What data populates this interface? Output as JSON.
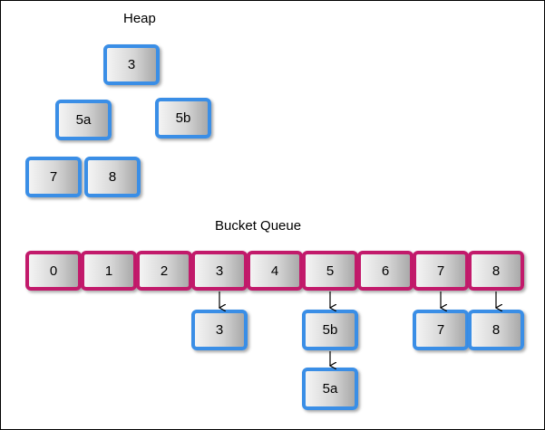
{
  "heap": {
    "title": "Heap",
    "nodes": [
      "3",
      "5a",
      "5b",
      "7",
      "8"
    ]
  },
  "bucket_queue": {
    "title": "Bucket Queue",
    "buckets": [
      "0",
      "1",
      "2",
      "3",
      "4",
      "5",
      "6",
      "7",
      "8"
    ],
    "items": [
      "3",
      "5b",
      "5a",
      "7",
      "8"
    ]
  },
  "colors": {
    "heap_border": "#3a8ee6",
    "bucket_border": "#c21a6b",
    "arrow": "#000000"
  }
}
